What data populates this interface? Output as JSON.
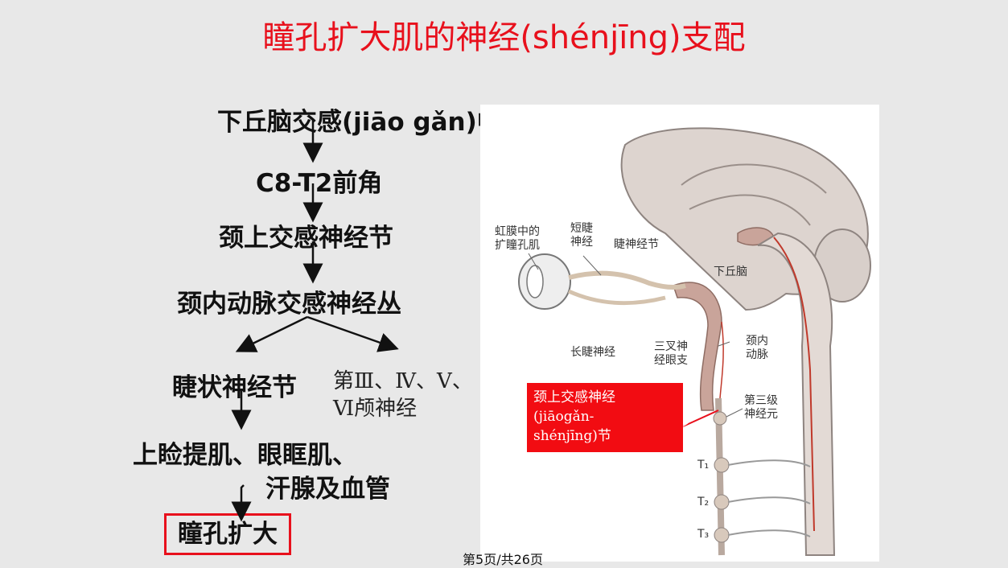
{
  "slide": {
    "title": "瞳孔扩大肌的神经(shénjīng)支配",
    "flow": {
      "step1": "下丘脑交感(jiāo gǎn)中枢",
      "step2": "C8-T2前角",
      "step3": "颈上交感神经节",
      "step4": "颈内动脉交感神经丛",
      "branch_left": "睫状神经节",
      "branch_right_line1": "第Ⅲ、Ⅳ、Ⅴ、",
      "branch_right_line2": "Ⅵ颅神经",
      "target_line1": "上睑提肌、眼眶肌、",
      "target_line2": "汗腺及血管",
      "result": "瞳孔扩大"
    },
    "figure": {
      "label_iris_line1": "虹膜中的",
      "label_iris_line2": "扩瞳孔肌",
      "label_short_line1": "短睫",
      "label_short_line2": "神经",
      "label_ciliary_ganglion": "睫神经节",
      "label_hypothalamus": "下丘脑",
      "label_long_ciliary": "长睫神经",
      "label_trigeminal_line1": "三叉神",
      "label_trigeminal_line2": "经眼支",
      "label_carotid_line1": "颈内",
      "label_carotid_line2": "动脉",
      "label_third_neuron_line1": "第三级",
      "label_third_neuron_line2": "神经元",
      "label_t1": "T₁",
      "label_t2": "T₂",
      "label_t3": "T₃",
      "ganglion_label_line1": "颈上交感神经",
      "ganglion_label_line2": "(jiāogǎn-",
      "ganglion_label_line3": "shénjīng)节"
    },
    "footer": "第5页/共26页",
    "colors": {
      "title": "#e8101c",
      "highlight_box": "#f20c12",
      "background": "#e8e8e8"
    }
  }
}
